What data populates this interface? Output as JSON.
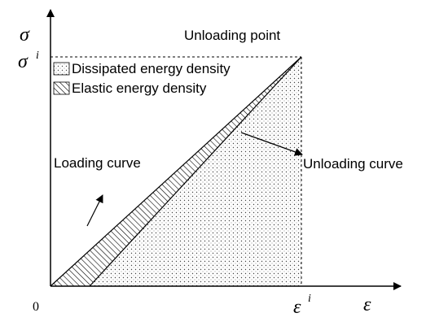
{
  "axes": {
    "y_symbol": "σ",
    "x_symbol": "ε",
    "origin": "0",
    "peak_stress_symbol": "σ",
    "peak_stress_superscript": "i",
    "peak_strain_symbol": "ε",
    "peak_strain_superscript": "i"
  },
  "legend": {
    "dissipated": "Dissipated energy density",
    "elastic": "Elastic energy density"
  },
  "annotations": {
    "unloading_point": "Unloading point",
    "loading_curve": "Loading curve",
    "unloading_curve": "Unloading curve"
  },
  "colors": {
    "ink": "#000000",
    "background": "#ffffff"
  }
}
